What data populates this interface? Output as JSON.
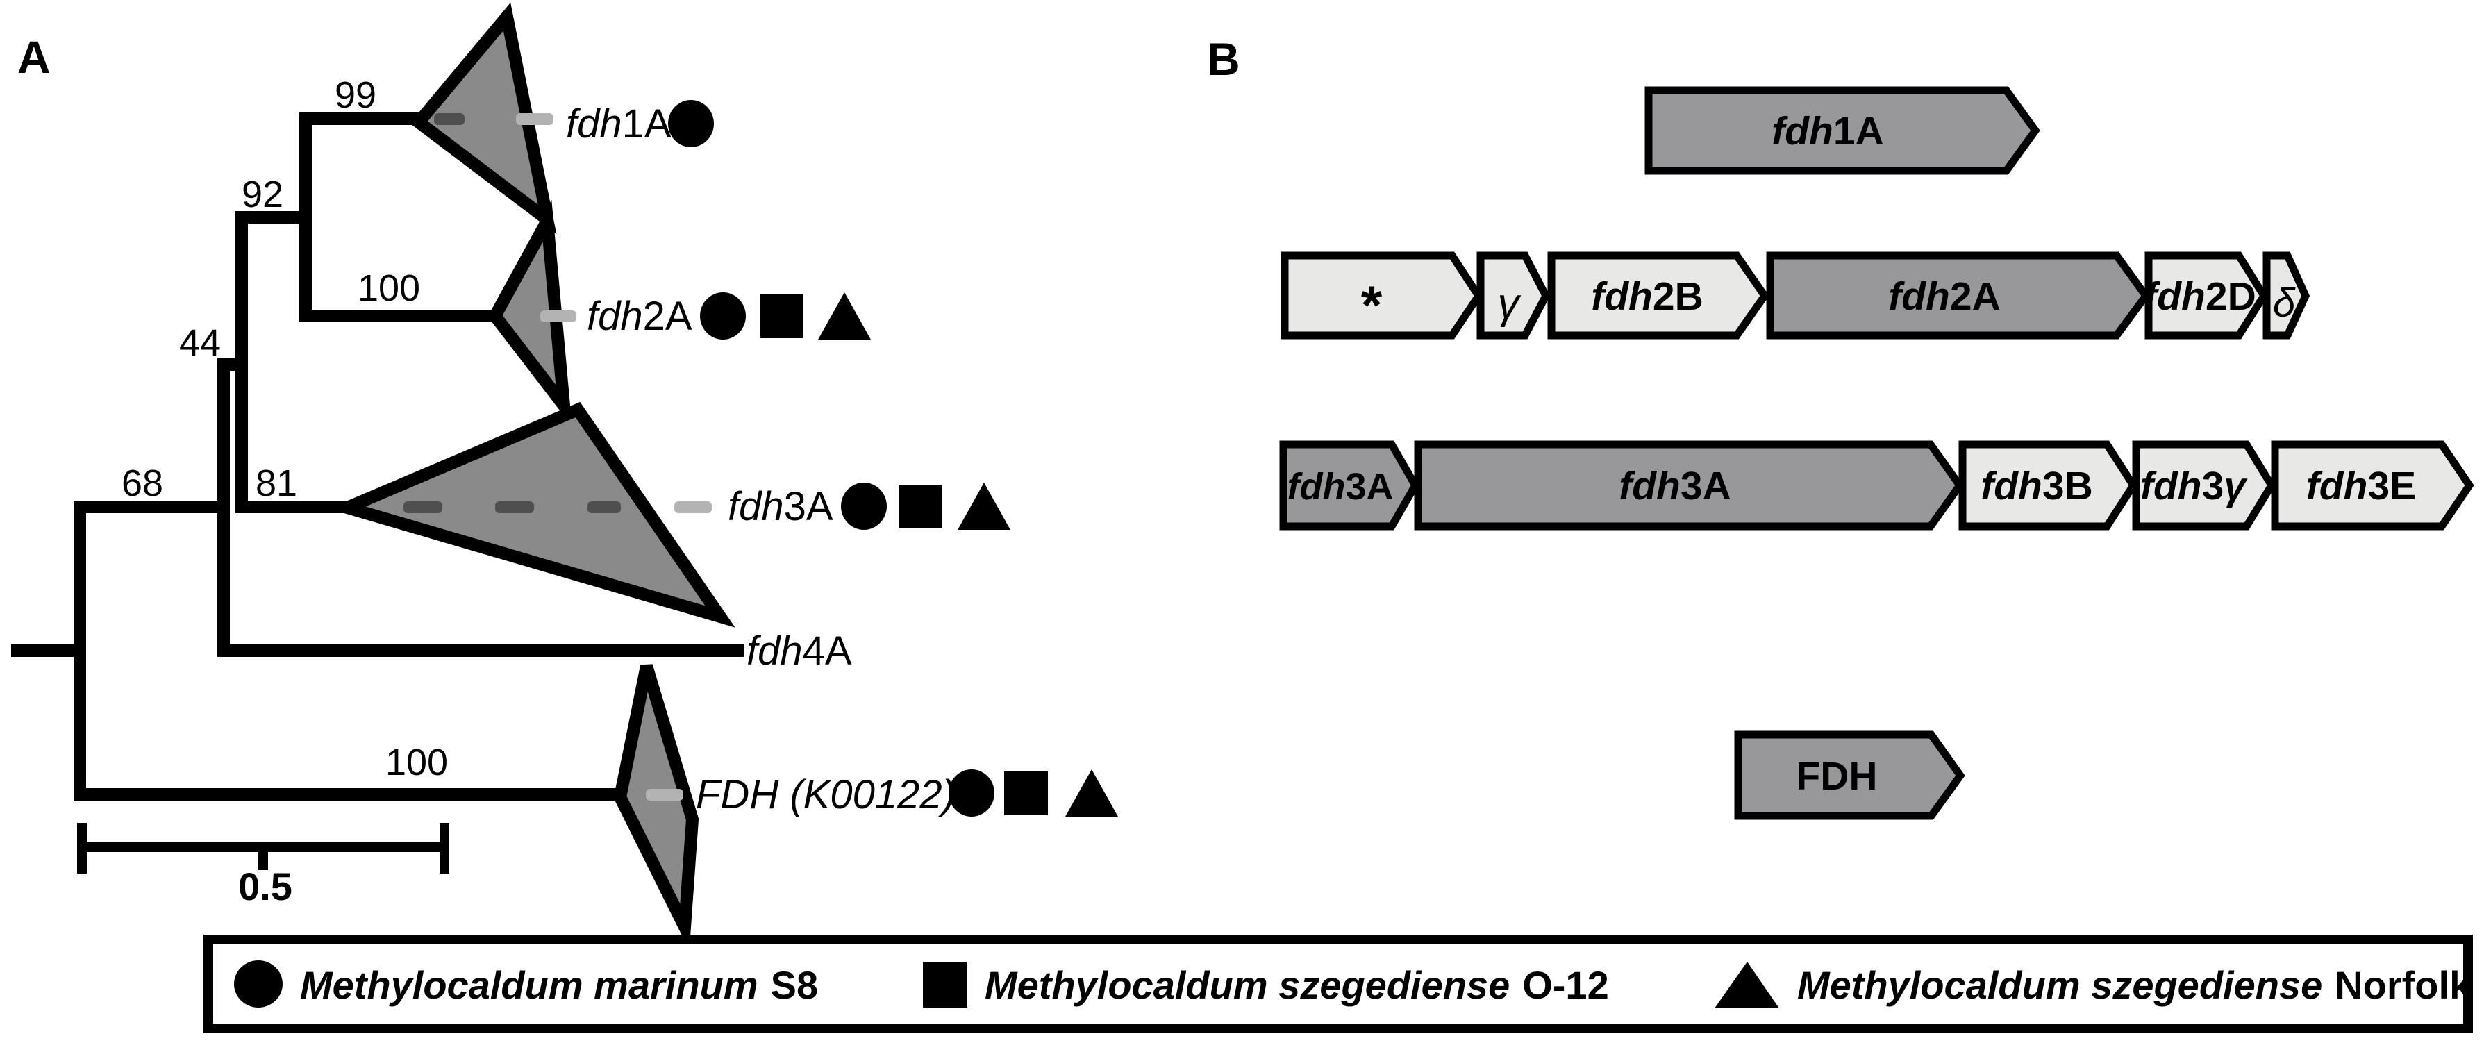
{
  "colors": {
    "black": "#000000",
    "clade_triangle_fill": "#8a8a8a",
    "gene_arrow_dark_fill": "#98989a",
    "gene_arrow_light_fill": "#e8e8e6",
    "dash_dark": "#4f4f4f",
    "dash_light": "#b3b3b3",
    "background": "#ffffff"
  },
  "panels": {
    "a_label": "A",
    "b_label": "B"
  },
  "tree": {
    "supports": {
      "s99": "99",
      "s92": "92",
      "s44": "44",
      "s68": "68",
      "s81": "81",
      "s100_upper": "100",
      "s100_outgroup": "100"
    },
    "tips": {
      "fdh1a": {
        "italic": "fdh",
        "plain": "1A"
      },
      "fdh2a": {
        "italic": "fdh",
        "plain": "2A"
      },
      "fdh3a": {
        "italic": "fdh",
        "plain": "3A"
      },
      "fdh4a": {
        "italic": "fdh",
        "plain": "4A"
      },
      "fdh_outgroup": {
        "italic": "FDH (K00122)",
        "plain": ""
      }
    },
    "scale_bar_label": "0.5"
  },
  "gene_clusters": {
    "row1": [
      {
        "italic": "fdh",
        "plain": "1A",
        "shade": "dark"
      }
    ],
    "row2": [
      {
        "italic": "",
        "plain": "*",
        "shade": "light"
      },
      {
        "italic": "γ",
        "plain": "",
        "shade": "light"
      },
      {
        "italic": "fdh",
        "plain": "2B",
        "shade": "light"
      },
      {
        "italic": "fdh",
        "plain": "2A",
        "shade": "dark"
      },
      {
        "italic": "fdh",
        "plain": "2D",
        "shade": "light"
      },
      {
        "italic": "δ",
        "plain": "",
        "shade": "light"
      }
    ],
    "row3": [
      {
        "italic": "fdh",
        "plain": "3A",
        "shade": "dark"
      },
      {
        "italic": "fdh",
        "plain": "3A",
        "shade": "dark"
      },
      {
        "italic": "fdh",
        "plain": "3B",
        "shade": "light"
      },
      {
        "italic": "fdh",
        "plain": "3",
        "italic2": "γ",
        "shade": "light"
      },
      {
        "italic": "fdh",
        "plain": "3E",
        "shade": "light"
      }
    ],
    "row4": [
      {
        "italic": "",
        "plain": "FDH",
        "shade": "dark"
      }
    ]
  },
  "legend": {
    "entries": [
      {
        "symbol": "circle",
        "species": "Methylocaldum marinum",
        "strain": "S8"
      },
      {
        "symbol": "square",
        "species": "Methylocaldum szegediense",
        "strain": "O-12"
      },
      {
        "symbol": "triangle",
        "species": "Methylocaldum szegediense",
        "strain": "Norfolk"
      }
    ]
  }
}
